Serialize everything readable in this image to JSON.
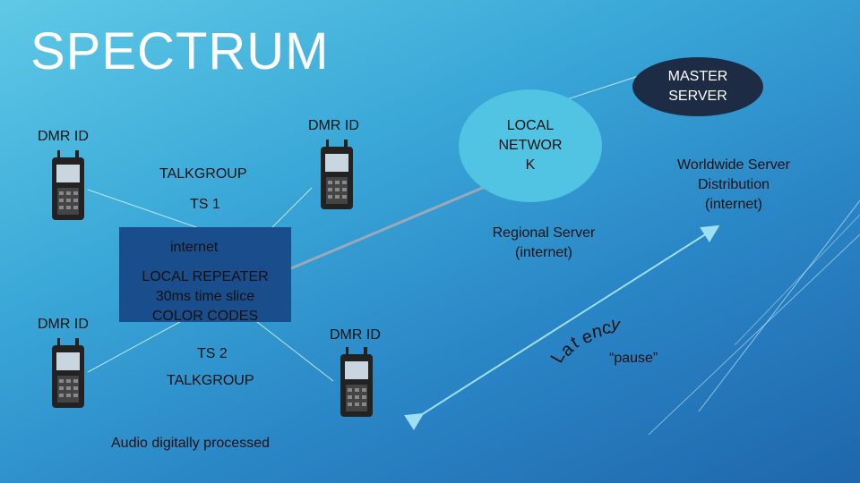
{
  "title": "SPECTRUM",
  "master_server": "MASTER\nSERVER",
  "local_network": "LOCAL\nNETWOR\nK",
  "dmr_id_label": "DMR ID",
  "talkgroup_label": "TALKGROUP",
  "ts1_label": "TS 1",
  "ts2_label": "TS 2",
  "internet_label": "internet",
  "local_repeater": "LOCAL REPEATER\n30ms time slice\nCOLOR CODES",
  "audio_label": "Audio digitally processed",
  "regional_server": "Regional Server\n(internet)",
  "worldwide_server": "Worldwide Server\nDistribution\n(internet)",
  "latency": "Latency",
  "pause_label": "“pause”",
  "colors": {
    "title": "#ffffff",
    "master_fill": "#1d2b44",
    "local_net_fill": "#50c4e2",
    "internet_box": "#1a4d8c"
  }
}
